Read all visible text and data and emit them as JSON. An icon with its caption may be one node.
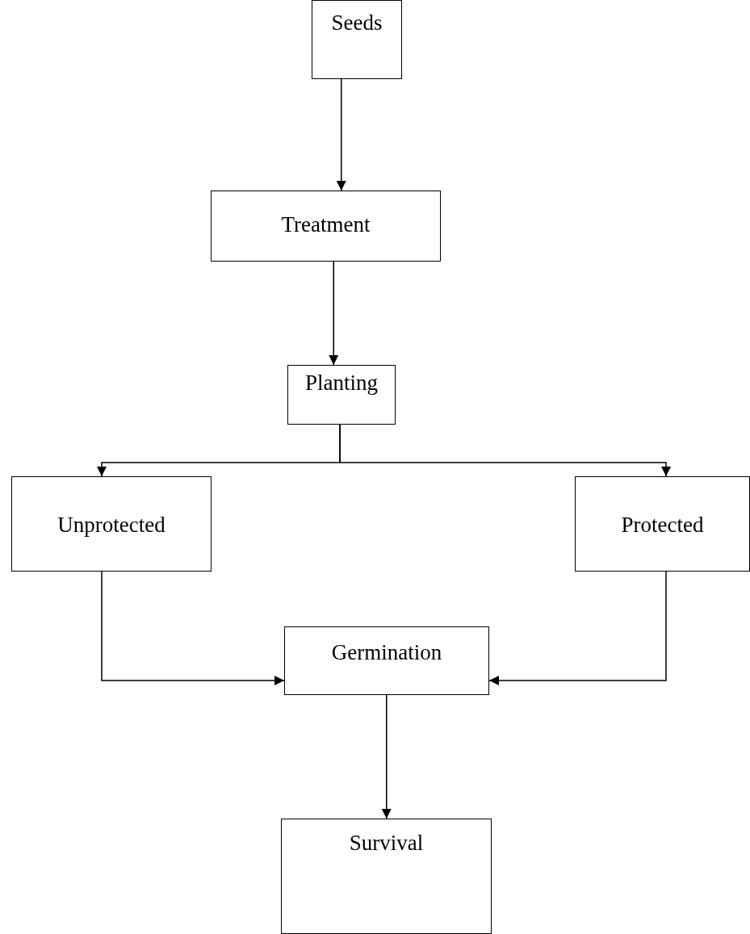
{
  "diagram": {
    "nodes": [
      {
        "text": [
          "Seeds"
        ]
      },
      {
        "text": [
          "Treatment"
        ]
      },
      {
        "text": [
          "Planting"
        ]
      },
      {
        "text": [
          "Unprotected"
        ]
      },
      {
        "text": [
          "Protected"
        ]
      },
      {
        "text": [
          "Germination"
        ]
      },
      {
        "text": [
          "Survival"
        ]
      }
    ],
    "edges": [
      {
        "from": 0,
        "to": 1,
        "arrow": "to"
      },
      {
        "from": 1,
        "to": 2,
        "arrow": "to"
      },
      {
        "from": 2,
        "to": 3,
        "arrow": "to"
      },
      {
        "from": 2,
        "to": 4,
        "arrow": "to"
      },
      {
        "from": 3,
        "to": 5,
        "arrow": "to"
      },
      {
        "from": 4,
        "to": 5,
        "arrow": "to"
      },
      {
        "from": 5,
        "to": 6,
        "arrow": "to"
      }
    ]
  }
}
